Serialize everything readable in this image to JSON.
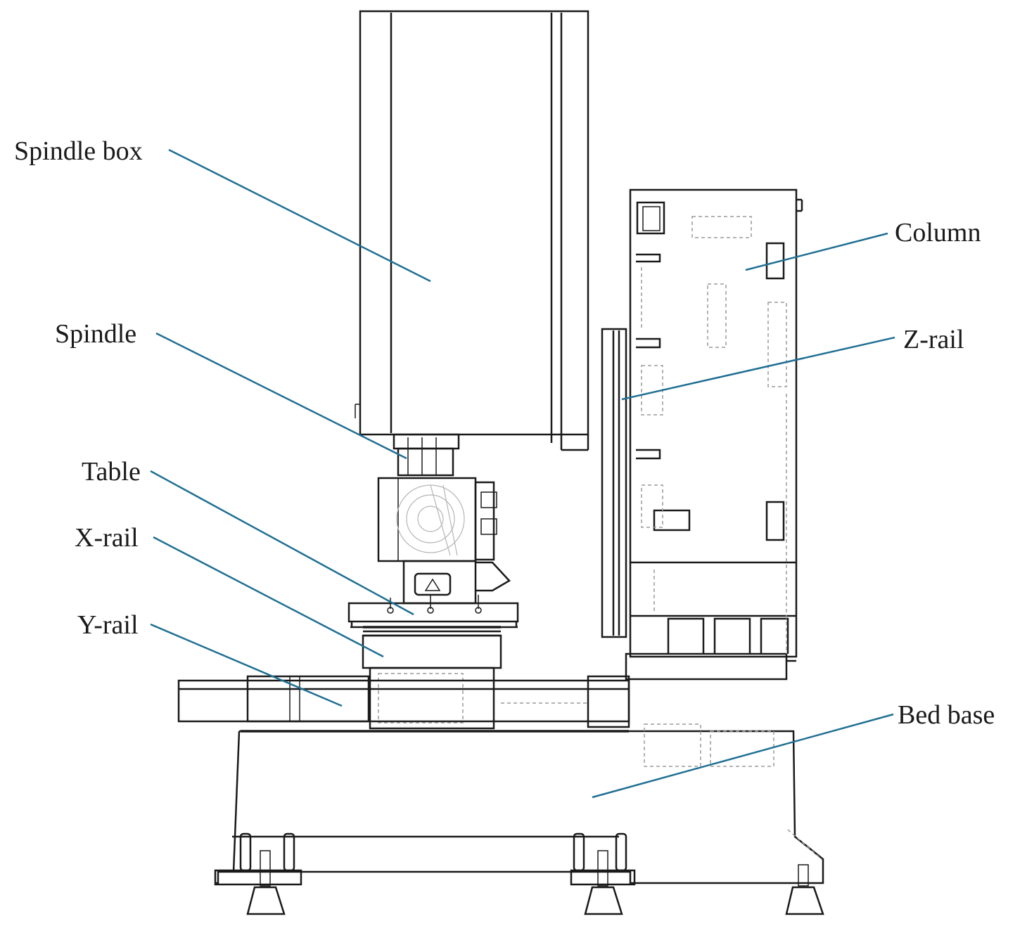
{
  "labels": {
    "spindle_box": "Spindle box",
    "spindle": "Spindle",
    "table": "Table",
    "x_rail": "X-rail",
    "y_rail": "Y-rail",
    "column": "Column",
    "z_rail": "Z-rail",
    "bed_base": "Bed base"
  },
  "colors": {
    "leader_line": "#1f6f93",
    "drawing_line": "#1a1a1a",
    "hidden_line": "#9a9a9a"
  }
}
